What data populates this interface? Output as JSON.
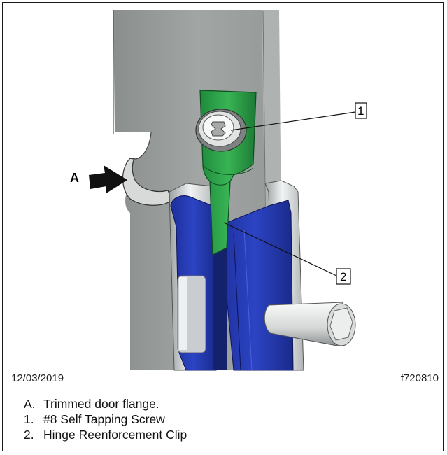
{
  "figure": {
    "callouts": {
      "a": "A",
      "one": "1",
      "two": "2"
    },
    "date": "12/03/2019",
    "figure_id": "f720810"
  },
  "legend": [
    {
      "key": "A.",
      "text": "Trimmed door flange."
    },
    {
      "key": "1.",
      "text": "#8 Self Tapping Screw"
    },
    {
      "key": "2.",
      "text": "Hinge Reenforcement Clip"
    }
  ]
}
